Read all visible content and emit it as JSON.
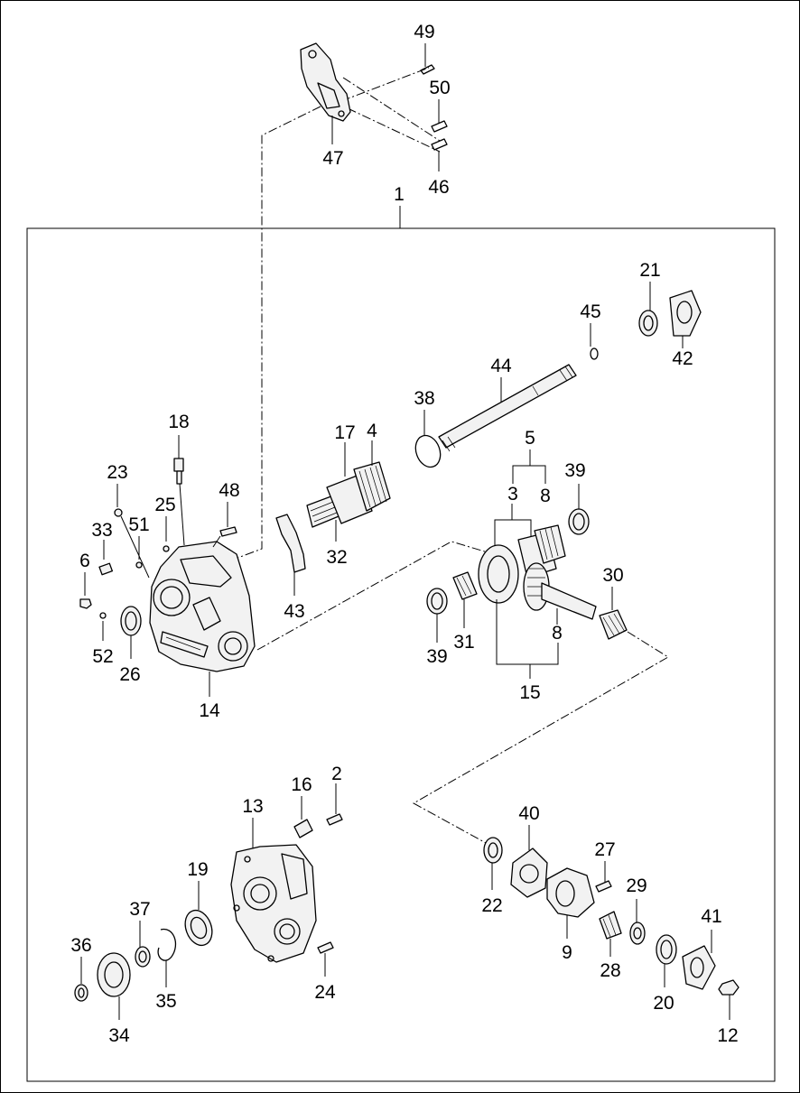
{
  "diagram": {
    "callouts": {
      "n1": "1",
      "n2": "2",
      "n3": "3",
      "n4": "4",
      "n5": "5",
      "n6": "6",
      "n8a": "8",
      "n8b": "8",
      "n9": "9",
      "n12": "12",
      "n13": "13",
      "n14": "14",
      "n15": "15",
      "n16": "16",
      "n17": "17",
      "n18": "18",
      "n19": "19",
      "n20": "20",
      "n21": "21",
      "n22": "22",
      "n23": "23",
      "n24": "24",
      "n25": "25",
      "n26": "26",
      "n27": "27",
      "n28": "28",
      "n29": "29",
      "n30": "30",
      "n31": "31",
      "n32": "32",
      "n33": "33",
      "n34": "34",
      "n35": "35",
      "n36": "36",
      "n37": "37",
      "n38": "38",
      "n39a": "39",
      "n39b": "39",
      "n40": "40",
      "n41": "41",
      "n42": "42",
      "n43": "43",
      "n44": "44",
      "n45": "45",
      "n46": "46",
      "n47": "47",
      "n48": "48",
      "n49": "49",
      "n50": "50",
      "n51": "51",
      "n52": "52"
    }
  }
}
